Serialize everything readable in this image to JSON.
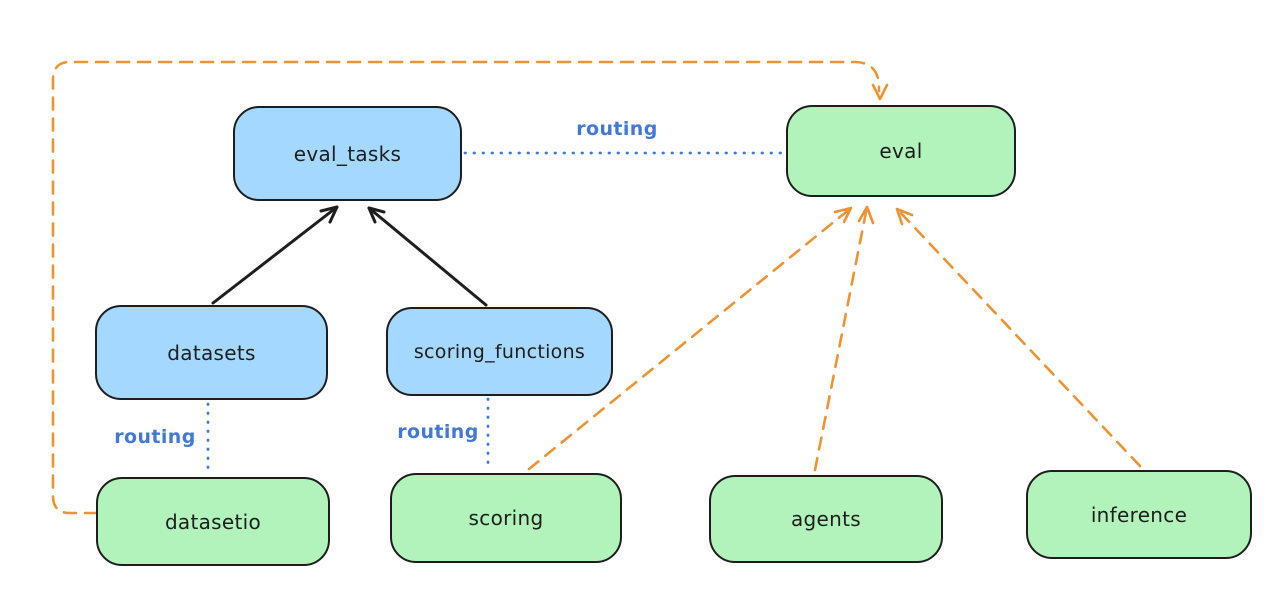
{
  "diagram": {
    "background": "#ffffff",
    "colors": {
      "node_blue_fill": "#a5d8ff",
      "node_green_fill": "#b2f2bb",
      "node_stroke": "#1e1e1e",
      "black_arrow": "#1e1e1e",
      "routing_blue": "#4379d2",
      "orange": "#ec9435"
    },
    "nodes": {
      "eval_tasks": {
        "label": "eval_tasks",
        "color": "blue"
      },
      "eval": {
        "label": "eval",
        "color": "green"
      },
      "datasets": {
        "label": "datasets",
        "color": "blue"
      },
      "scoring_functions": {
        "label": "scoring_functions",
        "color": "blue"
      },
      "datasetio": {
        "label": "datasetio",
        "color": "green"
      },
      "scoring": {
        "label": "scoring",
        "color": "green"
      },
      "agents": {
        "label": "agents",
        "color": "green"
      },
      "inference": {
        "label": "inference",
        "color": "green"
      }
    },
    "edge_labels": {
      "eval_tasks_eval": "routing",
      "datasets_datasetio": "routing",
      "scoring_functions_scoring": "routing"
    },
    "edges": [
      {
        "from": "datasets",
        "to": "eval_tasks",
        "style": "solid-black-arrow"
      },
      {
        "from": "scoring_functions",
        "to": "eval_tasks",
        "style": "solid-black-arrow"
      },
      {
        "from": "eval_tasks",
        "to": "eval",
        "style": "dotted-blue",
        "label": "routing"
      },
      {
        "from": "datasets",
        "to": "datasetio",
        "style": "dotted-blue",
        "label": "routing"
      },
      {
        "from": "scoring_functions",
        "to": "scoring",
        "style": "dotted-blue",
        "label": "routing"
      },
      {
        "from": "datasetio",
        "to": "eval",
        "style": "dashed-orange-arrow",
        "route": "around-left-and-top"
      },
      {
        "from": "scoring",
        "to": "eval",
        "style": "dashed-orange-arrow"
      },
      {
        "from": "agents",
        "to": "eval",
        "style": "dashed-orange-arrow"
      },
      {
        "from": "inference",
        "to": "eval",
        "style": "dashed-orange-arrow"
      }
    ]
  }
}
